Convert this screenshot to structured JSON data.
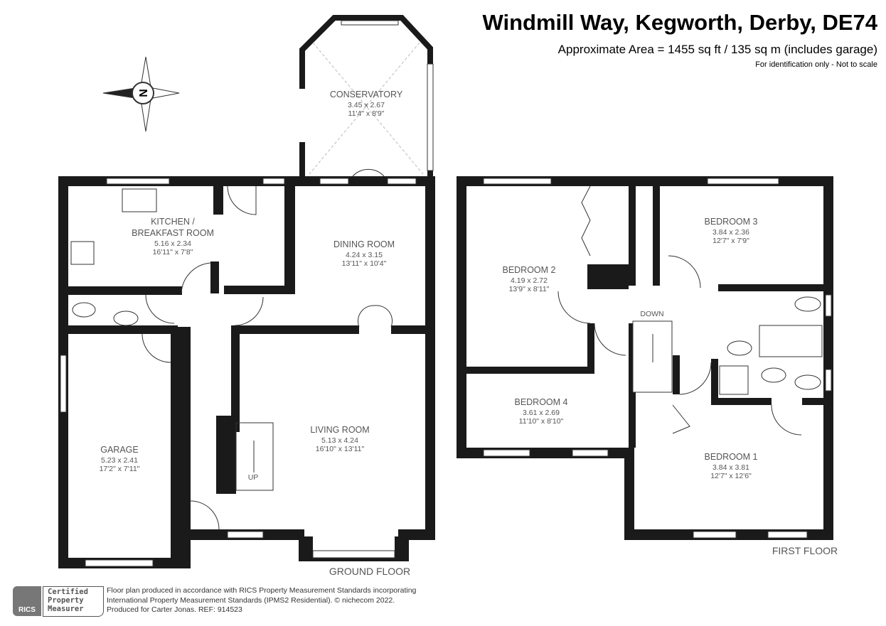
{
  "header": {
    "title": "Windmill Way, Kegworth, Derby, DE74",
    "area": "Approximate Area = 1455 sq ft / 135 sq m (includes garage)",
    "note": "For identification only - Not to scale"
  },
  "compass": {
    "label": "N"
  },
  "ground_floor": {
    "label": "GROUND FLOOR",
    "rooms": [
      {
        "name": "CONSERVATORY",
        "metric": "3.45 x 2.67",
        "imperial": "11'4\" x 8'9\""
      },
      {
        "name": "KITCHEN /",
        "name2": "BREAKFAST ROOM",
        "metric": "5.16 x 2.34",
        "imperial": "16'11\" x 7'8\""
      },
      {
        "name": "DINING ROOM",
        "metric": "4.24 x 3.15",
        "imperial": "13'11\" x 10'4\""
      },
      {
        "name": "LIVING ROOM",
        "metric": "5.13 x 4.24",
        "imperial": "16'10\" x 13'11\""
      },
      {
        "name": "GARAGE",
        "metric": "5.23 x 2.41",
        "imperial": "17'2\" x 7'11\""
      }
    ],
    "stairs_label": "UP"
  },
  "first_floor": {
    "label": "FIRST FLOOR",
    "rooms": [
      {
        "name": "BEDROOM 2",
        "metric": "4.19 x 2.72",
        "imperial": "13'9\" x 8'11\""
      },
      {
        "name": "BEDROOM 3",
        "metric": "3.84 x 2.36",
        "imperial": "12'7\" x 7'9\""
      },
      {
        "name": "BEDROOM 4",
        "metric": "3.61 x 2.69",
        "imperial": "11'10\" x 8'10\""
      },
      {
        "name": "BEDROOM 1",
        "metric": "3.84 x 3.81",
        "imperial": "12'7\" x 12'6\""
      }
    ],
    "stairs_label": "DOWN"
  },
  "footer": {
    "rics_logo": "RICS",
    "cert_line1": "Certified",
    "cert_line2": "Property",
    "cert_line3": "Measurer",
    "line1": "Floor plan produced in accordance with RICS Property Measurement Standards incorporating",
    "line2": "International Property Measurement Standards (IPMS2 Residential).  © nichecom 2022.",
    "line3": "Produced for Carter Jonas.   REF:  914523"
  }
}
